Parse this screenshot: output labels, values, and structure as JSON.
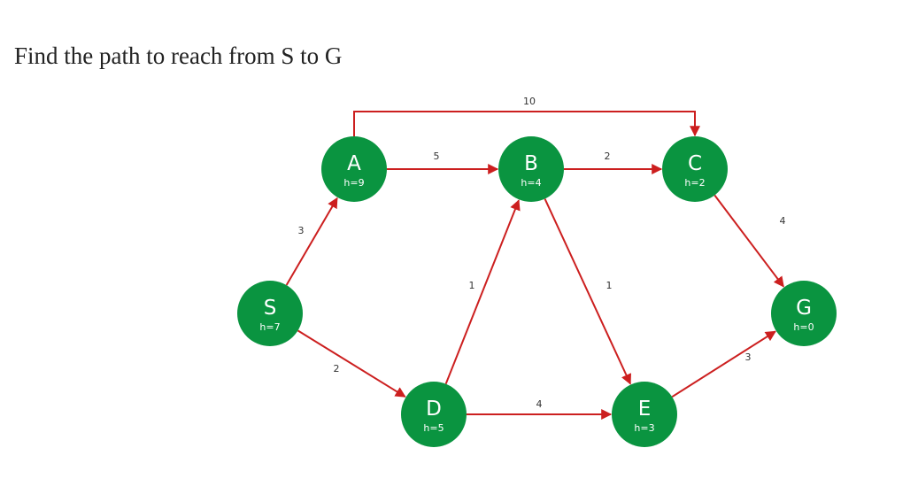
{
  "question": "Find the path to reach from S to G",
  "colors": {
    "node": "#0a9440",
    "edge": "#cc1f1f",
    "node_text": "#ffffff"
  },
  "nodes": [
    {
      "id": "S",
      "label": "S",
      "h": "h=7"
    },
    {
      "id": "A",
      "label": "A",
      "h": "h=9"
    },
    {
      "id": "B",
      "label": "B",
      "h": "h=4"
    },
    {
      "id": "C",
      "label": "C",
      "h": "h=2"
    },
    {
      "id": "D",
      "label": "D",
      "h": "h=5"
    },
    {
      "id": "E",
      "label": "E",
      "h": "h=3"
    },
    {
      "id": "G",
      "label": "G",
      "h": "h=0"
    }
  ],
  "edges": [
    {
      "from": "S",
      "to": "A",
      "weight": "3"
    },
    {
      "from": "S",
      "to": "D",
      "weight": "2"
    },
    {
      "from": "A",
      "to": "B",
      "weight": "5"
    },
    {
      "from": "A",
      "to": "C",
      "weight": "10"
    },
    {
      "from": "B",
      "to": "C",
      "weight": "2"
    },
    {
      "from": "B",
      "to": "E",
      "weight": "1"
    },
    {
      "from": "D",
      "to": "B",
      "weight": "1"
    },
    {
      "from": "D",
      "to": "E",
      "weight": "4"
    },
    {
      "from": "C",
      "to": "G",
      "weight": "4"
    },
    {
      "from": "E",
      "to": "G",
      "weight": "3"
    }
  ]
}
